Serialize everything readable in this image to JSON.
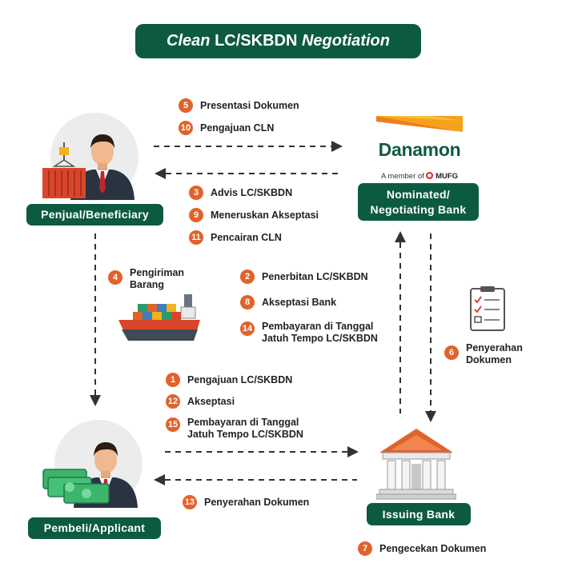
{
  "title": {
    "italic": "Clean",
    "rest": "LC/SKBDN",
    "italic2": "Negotiation"
  },
  "parties": {
    "seller": "Penjual/Beneficiary",
    "nominated_line1": "Nominated/",
    "nominated_line2": "Negotiating Bank",
    "buyer": "Pembeli/Applicant",
    "issuing": "Issuing Bank"
  },
  "logo": {
    "name": "Danamon",
    "member_prefix": "A member of",
    "member_group": "MUFG"
  },
  "steps": {
    "s5": {
      "num": "5",
      "text": "Presentasi Dokumen"
    },
    "s10": {
      "num": "10",
      "text": "Pengajuan CLN"
    },
    "s3": {
      "num": "3",
      "text": "Advis LC/SKBDN"
    },
    "s9": {
      "num": "9",
      "text": "Meneruskan Akseptasi"
    },
    "s11": {
      "num": "11",
      "text": "Pencairan CLN"
    },
    "s4": {
      "num": "4",
      "line1": "Pengiriman",
      "line2": "Barang"
    },
    "s2": {
      "num": "2",
      "text": "Penerbitan LC/SKBDN"
    },
    "s8": {
      "num": "8",
      "text": "Akseptasi Bank"
    },
    "s14": {
      "num": "14",
      "line1": "Pembayaran di Tanggal",
      "line2": "Jatuh Tempo LC/SKBDN"
    },
    "s6": {
      "num": "6",
      "line1": "Penyerahan",
      "line2": "Dokumen"
    },
    "s1": {
      "num": "1",
      "text": "Pengajuan LC/SKBDN"
    },
    "s12": {
      "num": "12",
      "text": "Akseptasi"
    },
    "s15": {
      "num": "15",
      "line1": "Pembayaran di Tanggal",
      "line2": "Jatuh Tempo LC/SKBDN"
    },
    "s13": {
      "num": "13",
      "text": "Penyerahan Dokumen"
    },
    "s7": {
      "num": "7",
      "text": "Pengecekan Dokumen"
    }
  },
  "colors": {
    "brand_green": "#0d5a43",
    "step_orange": "#e0632b",
    "arrow": "#333333"
  },
  "icons": [
    "seller-businessman-icon",
    "cargo-crane-icon",
    "cargo-ship-icon",
    "document-checklist-icon",
    "bank-building-icon",
    "buyer-businessman-icon",
    "cash-money-icon"
  ]
}
